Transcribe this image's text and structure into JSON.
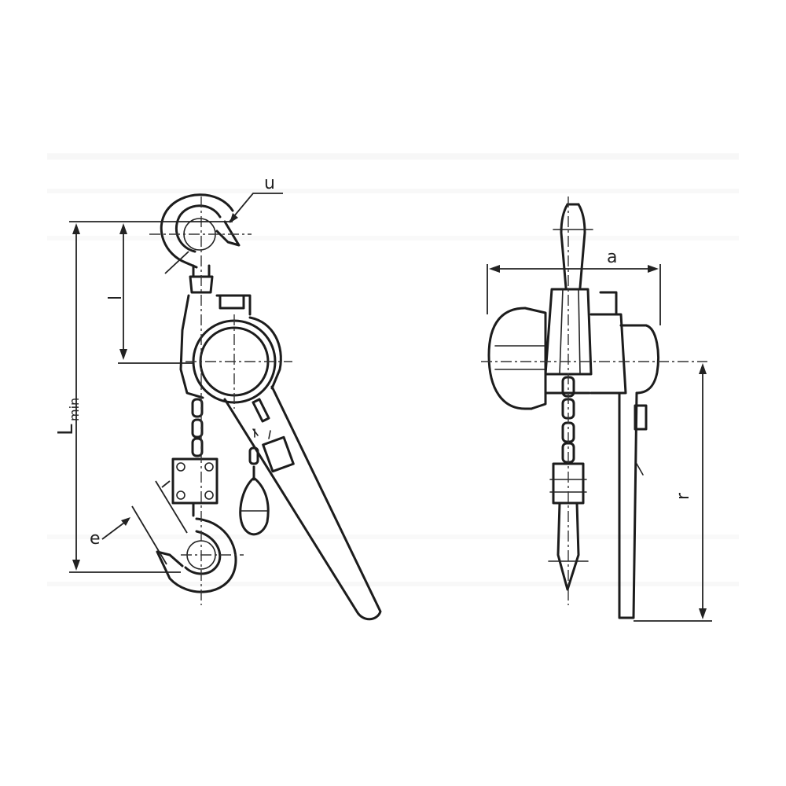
{
  "labels": {
    "hook_throat": "u",
    "hook_distance": "l",
    "min_length": "L",
    "min_length_sub": "min",
    "hook_opening": "e",
    "width": "a",
    "lever_length": "r"
  },
  "colors": {
    "line": "#1c1c1c",
    "background": "#ffffff"
  }
}
